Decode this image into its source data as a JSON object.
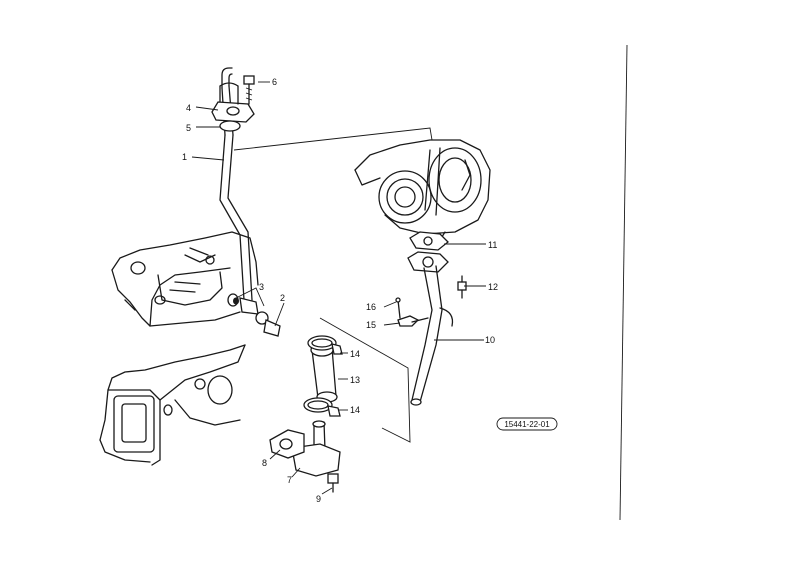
{
  "diagram": {
    "reference_code": "15441-22-01",
    "callouts": [
      {
        "id": "1",
        "label": "1"
      },
      {
        "id": "2",
        "label": "2"
      },
      {
        "id": "3",
        "label": "3"
      },
      {
        "id": "4",
        "label": "4"
      },
      {
        "id": "5",
        "label": "5"
      },
      {
        "id": "6",
        "label": "6"
      },
      {
        "id": "7",
        "label": "7"
      },
      {
        "id": "8",
        "label": "8"
      },
      {
        "id": "9",
        "label": "9"
      },
      {
        "id": "10",
        "label": "10"
      },
      {
        "id": "11",
        "label": "11"
      },
      {
        "id": "12",
        "label": "12"
      },
      {
        "id": "13",
        "label": "13"
      },
      {
        "id": "14a",
        "label": "14"
      },
      {
        "id": "14b",
        "label": "14"
      },
      {
        "id": "15",
        "label": "15"
      },
      {
        "id": "16",
        "label": "16"
      }
    ]
  }
}
